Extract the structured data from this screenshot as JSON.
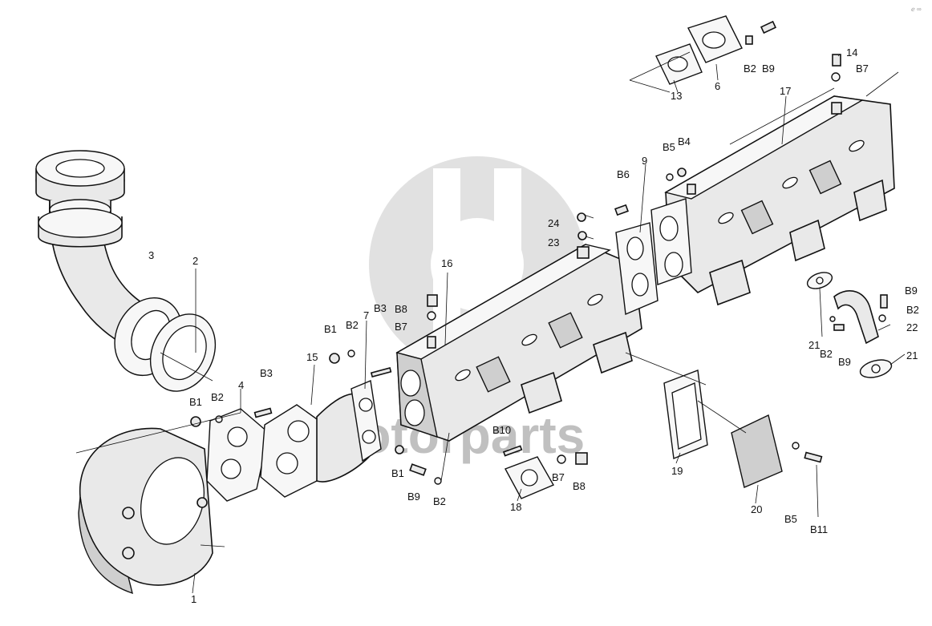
{
  "watermark": {
    "text": "Motorparts",
    "color": "#c0c0c0"
  },
  "corner_mark": "ℯ ∞",
  "callouts": [
    {
      "id": "1",
      "text": "1"
    },
    {
      "id": "2",
      "text": "2"
    },
    {
      "id": "3",
      "text": "3"
    },
    {
      "id": "4",
      "text": "4"
    },
    {
      "id": "6",
      "text": "6"
    },
    {
      "id": "7",
      "text": "7"
    },
    {
      "id": "9",
      "text": "9"
    },
    {
      "id": "13",
      "text": "13"
    },
    {
      "id": "14",
      "text": "14"
    },
    {
      "id": "15",
      "text": "15"
    },
    {
      "id": "16",
      "text": "16"
    },
    {
      "id": "17",
      "text": "17"
    },
    {
      "id": "18",
      "text": "18"
    },
    {
      "id": "19",
      "text": "19"
    },
    {
      "id": "20",
      "text": "20"
    },
    {
      "id": "21a",
      "text": "21"
    },
    {
      "id": "21b",
      "text": "21"
    },
    {
      "id": "22",
      "text": "22"
    },
    {
      "id": "23",
      "text": "23"
    },
    {
      "id": "24",
      "text": "24"
    },
    {
      "id": "B1a",
      "text": "B1"
    },
    {
      "id": "B1b",
      "text": "B1"
    },
    {
      "id": "B1c",
      "text": "B1"
    },
    {
      "id": "B2a",
      "text": "B2"
    },
    {
      "id": "B2b",
      "text": "B2"
    },
    {
      "id": "B2c",
      "text": "B2"
    },
    {
      "id": "B2d",
      "text": "B2"
    },
    {
      "id": "B2e",
      "text": "B2"
    },
    {
      "id": "B2f",
      "text": "B2"
    },
    {
      "id": "B3a",
      "text": "B3"
    },
    {
      "id": "B3b",
      "text": "B3"
    },
    {
      "id": "B4",
      "text": "B4"
    },
    {
      "id": "B5a",
      "text": "B5"
    },
    {
      "id": "B5b",
      "text": "B5"
    },
    {
      "id": "B6",
      "text": "B6"
    },
    {
      "id": "B7a",
      "text": "B7"
    },
    {
      "id": "B7b",
      "text": "B7"
    },
    {
      "id": "B7c",
      "text": "B7"
    },
    {
      "id": "B8a",
      "text": "B8"
    },
    {
      "id": "B8b",
      "text": "B8"
    },
    {
      "id": "B9a",
      "text": "B9"
    },
    {
      "id": "B9b",
      "text": "B9"
    },
    {
      "id": "B9c",
      "text": "B9"
    },
    {
      "id": "B9d",
      "text": "B9"
    },
    {
      "id": "B10",
      "text": "B10"
    },
    {
      "id": "B11",
      "text": "B11"
    }
  ]
}
